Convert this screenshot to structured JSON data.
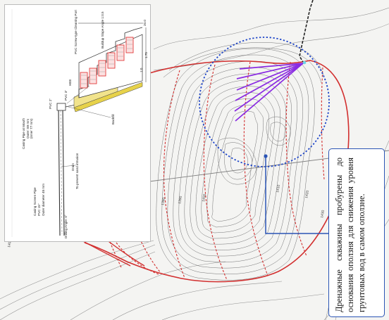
{
  "inset": {
    "slope_angle_label": "Buildup Slope Angle  1:0.5",
    "cleaning_port_label": "PVC Screw-type Cleaning Port",
    "casing_mouth_label": "Casing Pipe at Mouth",
    "casing_mouth_outer": "Outer: 89 mm",
    "casing_mouth_inner": "(inner 77 mm)",
    "pvc_pipe_label": "PVC 3\"",
    "pvc_cap_label": "PVC 2\"",
    "hee_label": "HEE",
    "backfill_label": "Backfill",
    "dimension_top": "20.0",
    "dimension_right": "1.75",
    "wall_label": "1:0",
    "drain_label": "Drain",
    "drain_note": "To prevent sand intrusion",
    "screen_pipe_label": "Casing Screen Pipe",
    "screen_pipe_spec": "PVC 15\"",
    "screen_pipe_dia": "Outer diameter 48 mm",
    "bottom_label": "Drilling Angle: 0°"
  },
  "map": {
    "contour_labels": [
      "1380",
      "1390",
      "1400",
      "1410",
      "1420",
      "1430"
    ],
    "edge_label": "1400"
  },
  "callout": {
    "text": "Дренажные скважины пробурены до основания оползня для снижения уровня грунтовых вод в самом оползне."
  }
}
